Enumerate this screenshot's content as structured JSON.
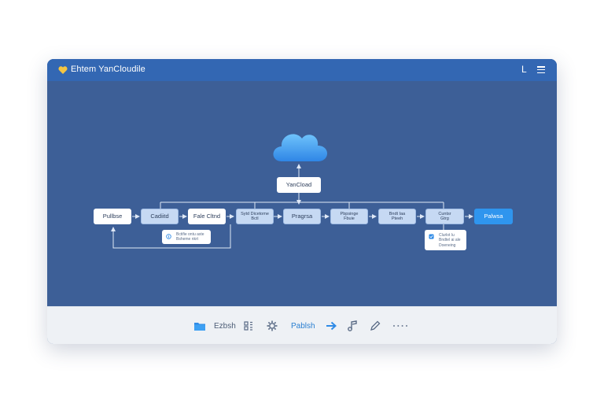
{
  "window": {
    "title": "Ehtem YanCloudile",
    "right_label": "L"
  },
  "diagram": {
    "root_label": "YanCload",
    "nodes": [
      {
        "label": "Pullbse"
      },
      {
        "label": "Cadiitd"
      },
      {
        "label": "Fale Cltnd"
      },
      {
        "label": "Sytd Dicetome",
        "sub": "Bctl"
      },
      {
        "label": "Pragrsa"
      },
      {
        "label": "Pbpsinge",
        "sub": "Fbuie"
      },
      {
        "label": "Bndt Iaa",
        "sub": "Pteeh"
      },
      {
        "label": "Cuntsr",
        "sub": "Gtrg"
      },
      {
        "label": "Palwsa"
      }
    ],
    "notes": [
      {
        "line1": "Bctifie ontu aste",
        "line2": "Bsheme nkrt"
      },
      {
        "line1": "Clurlot lu",
        "line2": "Bndtel ai ale",
        "line3": "Doeneing"
      }
    ]
  },
  "toolbar": {
    "items": [
      {
        "icon": "folder-icon",
        "label": "Ezbsh"
      },
      {
        "icon": "grid-icon"
      },
      {
        "icon": "gear-icon"
      },
      {
        "icon": "publish-label",
        "label": "Pablsh"
      },
      {
        "icon": "arrow-right-icon"
      },
      {
        "icon": "music-note-icon"
      },
      {
        "icon": "pencil-icon"
      },
      {
        "icon": "more-icon"
      }
    ]
  },
  "colors": {
    "titlebar": "#3367b3",
    "canvas": "#3d5f97",
    "accent": "#2f95ee",
    "node_light": "#c6d9f3"
  }
}
